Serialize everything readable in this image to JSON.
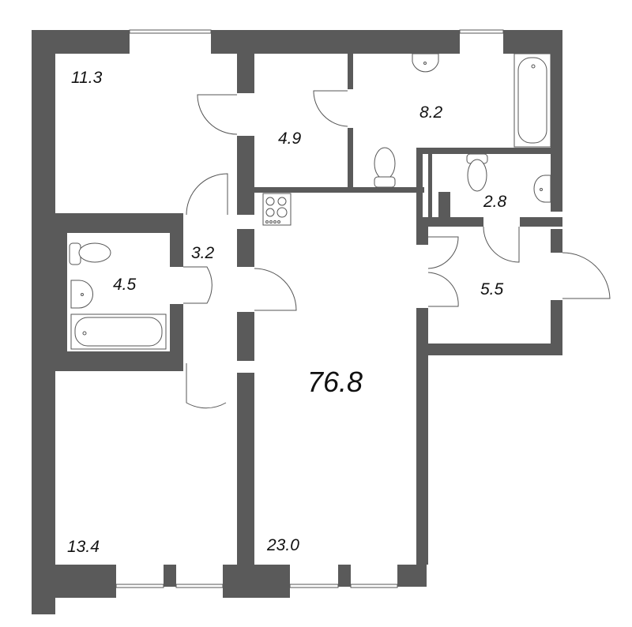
{
  "plan": {
    "total_area": "76.8",
    "rooms": [
      {
        "id": "bedroom-1",
        "area": "11.3"
      },
      {
        "id": "corridor-1",
        "area": "4.9"
      },
      {
        "id": "bathroom-1",
        "area": "8.2"
      },
      {
        "id": "toilet",
        "area": "2.8"
      },
      {
        "id": "hall",
        "area": "3.2"
      },
      {
        "id": "bathroom-2",
        "area": "4.5"
      },
      {
        "id": "entrance",
        "area": "5.5"
      },
      {
        "id": "bedroom-2",
        "area": "13.4"
      },
      {
        "id": "kitchen-living",
        "area": "23.0"
      }
    ]
  },
  "colors": {
    "wall": "#5a5a5a",
    "background": "#ffffff",
    "text": "#111111"
  }
}
